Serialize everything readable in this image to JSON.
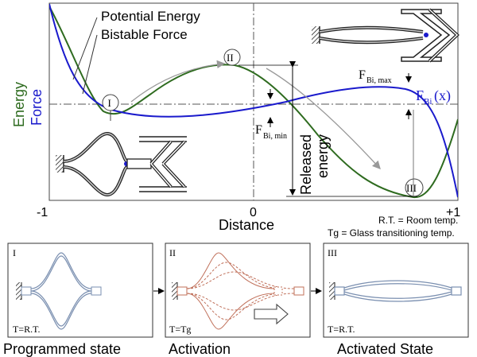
{
  "legend": {
    "potential_energy": "Potential Energy",
    "bistable_force": "Bistable Force"
  },
  "yaxis": {
    "energy": "Energy",
    "force": "Force"
  },
  "xaxis": {
    "label": "Distance",
    "tick_left": "-1",
    "tick_mid": "0",
    "tick_right": "+1"
  },
  "markers": {
    "one": "I",
    "two": "II",
    "three": "III"
  },
  "annotations": {
    "fbi_min_f": "F",
    "fbi_min_sub": "Bi, min",
    "fbi_max_f": "F",
    "fbi_max_sub": "Bi, max",
    "fbi_x": "F",
    "fbi_x_sub": "Bi",
    "fbi_x_arg": "(x)",
    "released_line1": "Released",
    "released_line2": "energy"
  },
  "notes": {
    "rt": "R.T. = Room temp.",
    "tg": "Tg = Glass transitioning temp."
  },
  "panels": [
    {
      "numeral": "I",
      "temp": "T=R.T.",
      "caption": "Programmed state"
    },
    {
      "numeral": "II",
      "temp": "T=Tg",
      "caption": "Activation"
    },
    {
      "numeral": "III",
      "temp": "T=R.T.",
      "caption": "Activated State"
    }
  ],
  "colors": {
    "energy": "#2e6b1f",
    "force": "#1a1acc",
    "panel_outline_blue": "#7a8fb0",
    "panel_outline_red": "#c0705a"
  }
}
